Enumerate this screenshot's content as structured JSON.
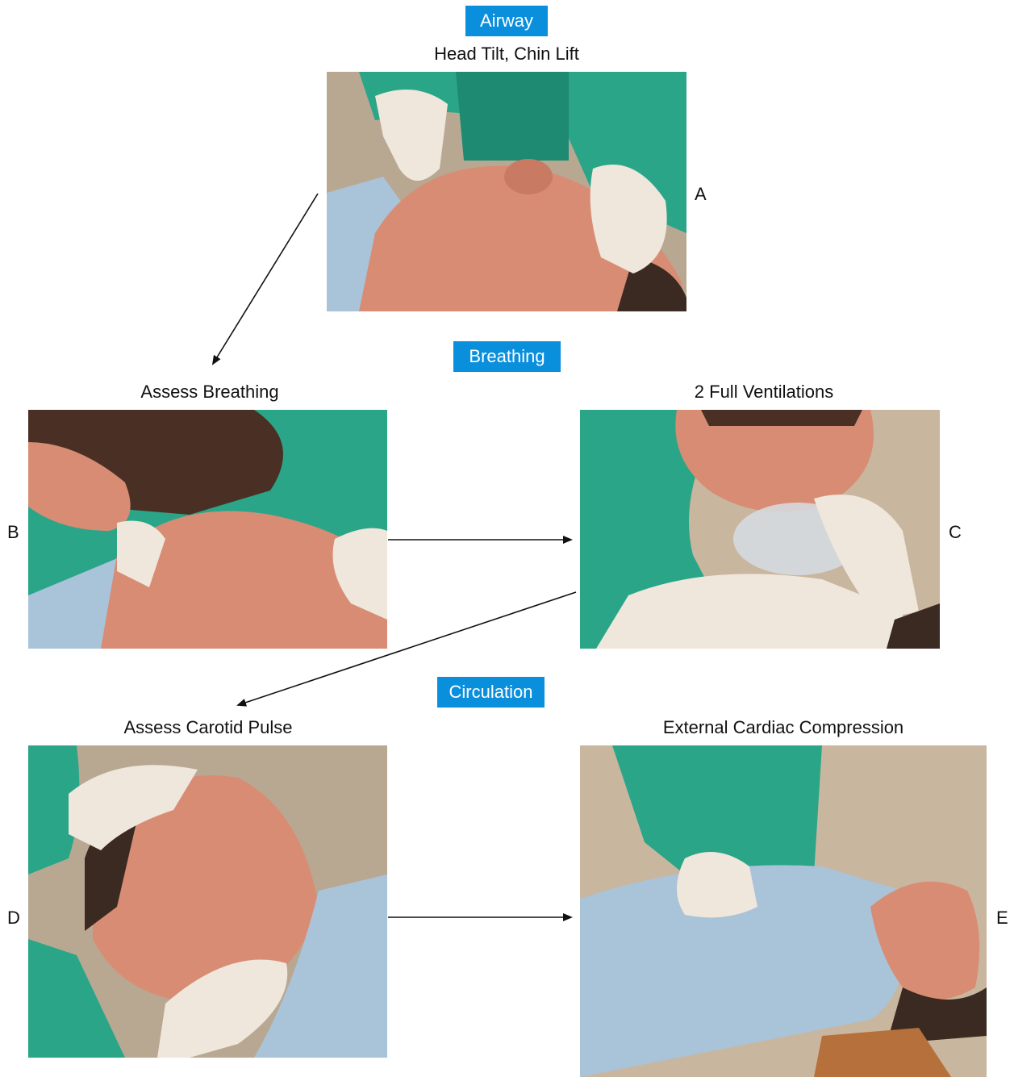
{
  "sections": {
    "airway": "Airway",
    "breathing": "Breathing",
    "circulation": "Circulation"
  },
  "steps": {
    "a": {
      "letter": "A",
      "caption": "Head Tilt, Chin Lift"
    },
    "b": {
      "letter": "B",
      "caption": "Assess Breathing"
    },
    "c": {
      "letter": "C",
      "caption": "2 Full Ventilations"
    },
    "d": {
      "letter": "D",
      "caption": "Assess Carotid Pulse"
    },
    "e": {
      "letter": "E",
      "caption": "External Cardiac Compression"
    }
  },
  "colors": {
    "badge": "#0a8fdd",
    "gown": "#2aa588",
    "glove": "#efe6dc",
    "skin": "#d98c74",
    "shirt": "#a9c3d9"
  }
}
